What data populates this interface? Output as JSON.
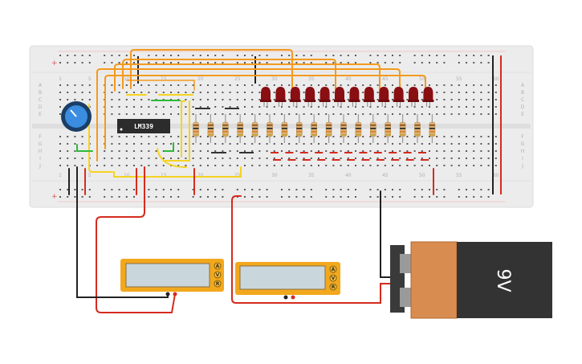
{
  "chip": {
    "label": "LM339"
  },
  "battery": {
    "label": "9V"
  },
  "breadboard": {
    "top_numbers": [
      "1",
      "5",
      "10",
      "15",
      "20",
      "25",
      "30",
      "35",
      "40",
      "45",
      "50",
      "55",
      "60"
    ],
    "bottom_numbers": [
      "1",
      "5",
      "10",
      "15",
      "20",
      "25",
      "30",
      "35",
      "40",
      "45",
      "50",
      "55",
      "60"
    ],
    "top_rows": [
      "A",
      "B",
      "C",
      "D",
      "E"
    ],
    "bottom_rows": [
      "F",
      "G",
      "H",
      "I",
      "J"
    ],
    "rail_plus": "+",
    "rail_minus": "-"
  },
  "multimeters": [
    {
      "buttons": [
        "A",
        "V",
        "R"
      ]
    },
    {
      "buttons": [
        "A",
        "V",
        "R"
      ]
    }
  ],
  "led_count": 12,
  "resistor_count": 17,
  "colors": {
    "board": "#ececec",
    "wire_orange": "#f39a1e",
    "wire_yellow": "#f5d320",
    "wire_green": "#2fb83a",
    "wire_red": "#d52b1e",
    "wire_black": "#222222",
    "led": "#8a0f12",
    "multimeter": "#f2a81d",
    "battery_body": "#333333",
    "battery_label": "#d98c4f"
  }
}
